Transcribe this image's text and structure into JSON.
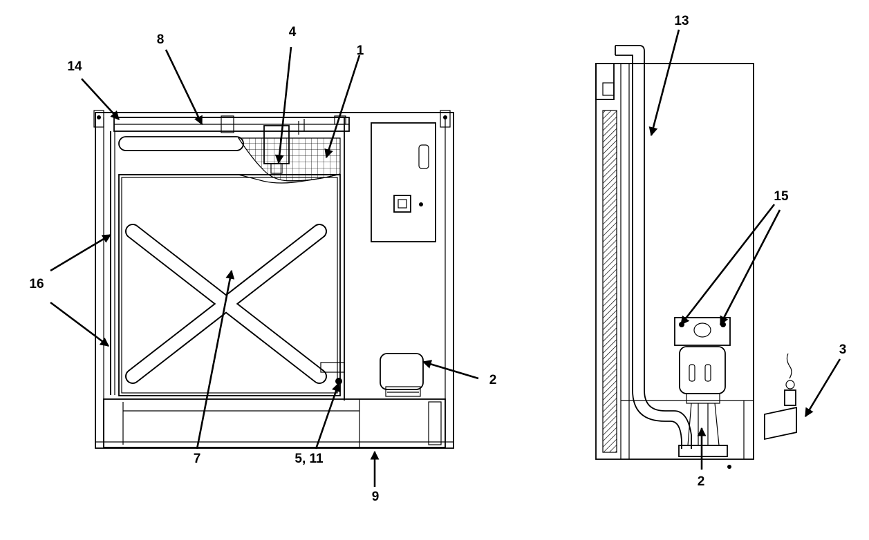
{
  "callouts": {
    "c1": "1",
    "c2a": "2",
    "c2b": "2",
    "c3": "3",
    "c4": "4",
    "c5": "5, 11",
    "c7": "7",
    "c8": "8",
    "c9": "9",
    "c13": "13",
    "c14": "14",
    "c15": "15",
    "c16": "16"
  }
}
